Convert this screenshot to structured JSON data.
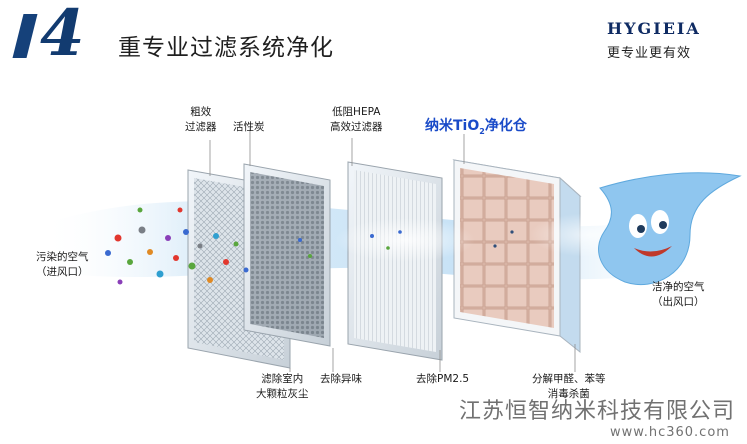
{
  "header": {
    "number": "4",
    "title": "重专业过滤系统净化",
    "brand": "HYGIEIA",
    "slogan": "更专业更有效"
  },
  "labels": {
    "coarse_filter": [
      "粗效",
      "过滤器"
    ],
    "activated_carbon": "活性炭",
    "hepa": [
      "低阻HEPA",
      "高效过滤器"
    ],
    "tio2_prefix": "纳米TiO",
    "tio2_sub": "2",
    "tio2_suffix": "净化仓",
    "polluted_air": [
      "污染的空气",
      "（进风口）"
    ],
    "clean_air": [
      "洁净的空气",
      "（出风口）"
    ],
    "remove_dust": [
      "滤除室内",
      "大颗粒灰尘"
    ],
    "remove_odor": "去除异味",
    "remove_pm25": "去除PM2.5",
    "decompose": [
      "分解甲醛、苯等",
      "消毒杀菌"
    ]
  },
  "watermark": {
    "company": "江苏恒智纳米科技有限公司",
    "url": "www.hc360.com"
  },
  "colors": {
    "header_blue": "#123b70",
    "accent_blue": "#1a4bc8",
    "flow_blue": "#8fc6ef"
  }
}
